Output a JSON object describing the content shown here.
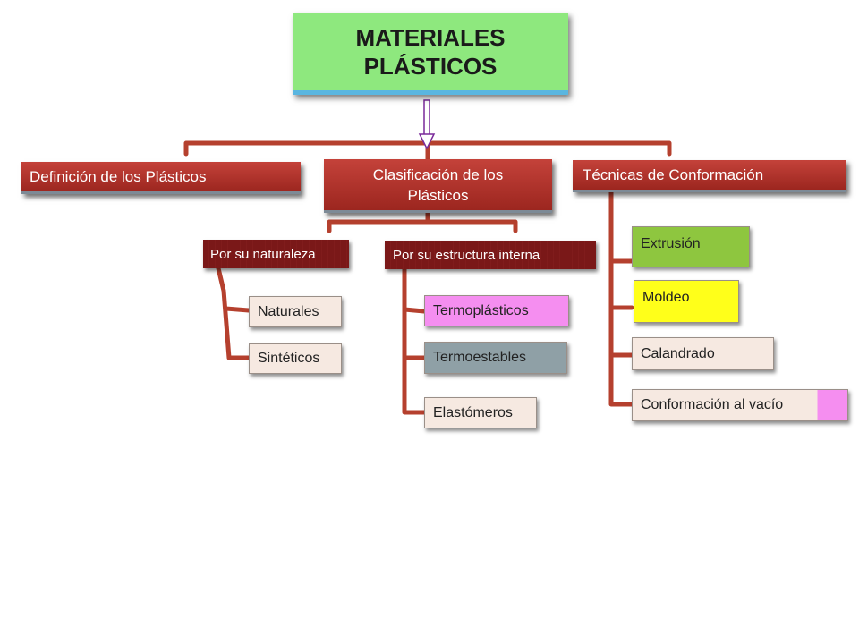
{
  "title": "MATERIALES PLÁSTICOS",
  "branches": {
    "definicion": "Definición de los Plásticos",
    "clasificacion": "Clasificación de los Plásticos",
    "tecnicas": "Técnicas de Conformación"
  },
  "subbranches": {
    "naturaleza": "Por su naturaleza",
    "estructura": "Por su estructura interna"
  },
  "leaves": {
    "naturales": "Naturales",
    "sinteticos": "Sintéticos",
    "termoplasticos": "Termoplásticos",
    "termoestables": "Termoestables",
    "elastomeros": "Elastómeros",
    "extrusion": "Extrusión",
    "moldeo": "Moldeo",
    "calandrado": "Calandrado",
    "conformacion_vacio": "Conformación al vacío"
  },
  "colors": {
    "title_fill": "#8ee87e",
    "branch_red": "#b0322b",
    "connector": "#b5402e",
    "termoplasticos": "#f58ef0",
    "termoestables": "#8fa0a6",
    "extrusion": "#8ec63f",
    "moldeo": "#ffff1a"
  }
}
